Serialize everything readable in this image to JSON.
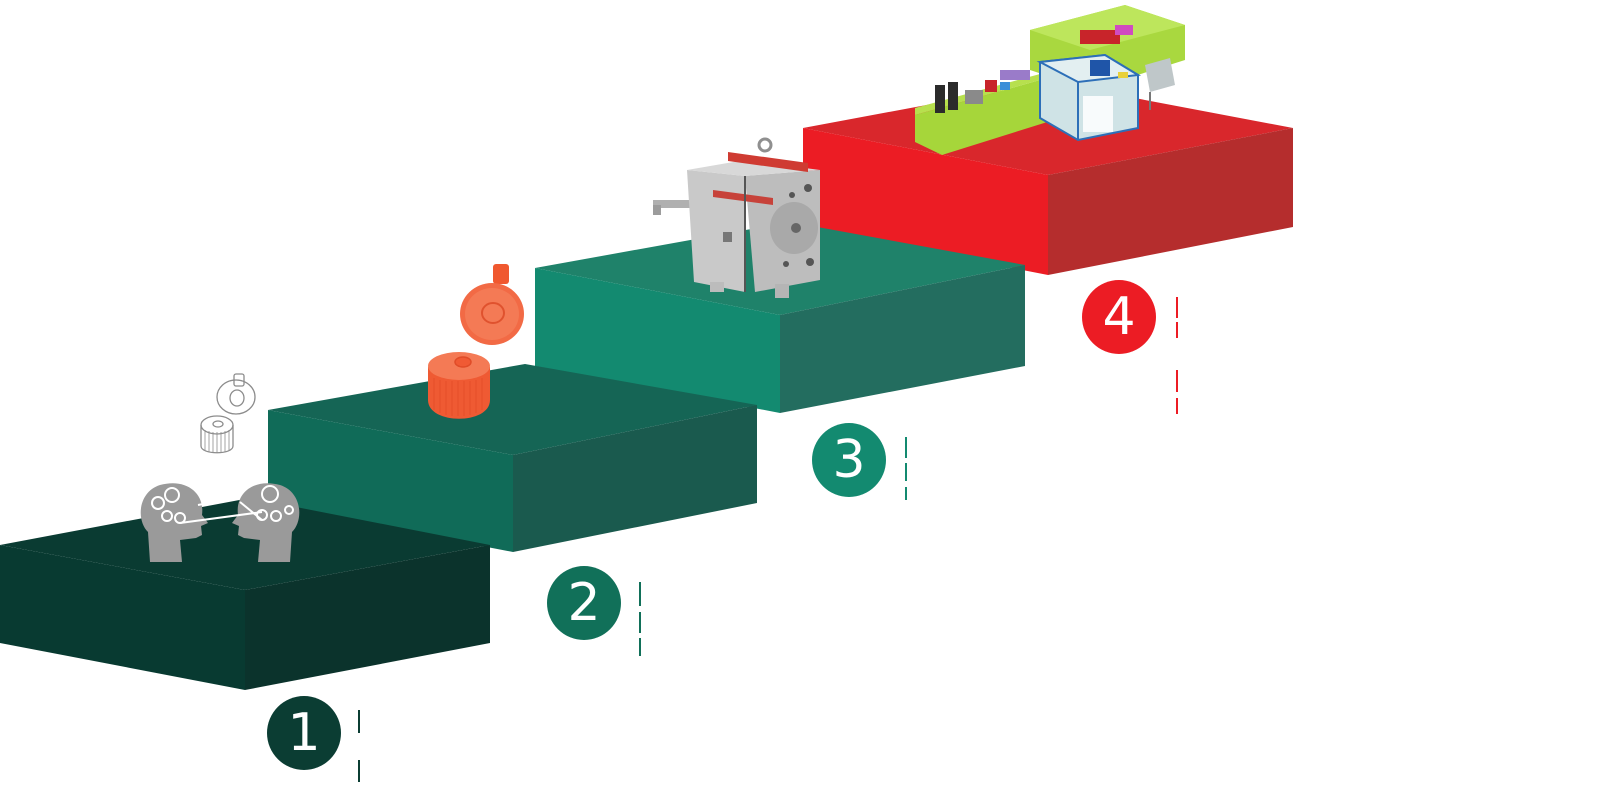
{
  "diagram": {
    "type": "isometric-staircase-process",
    "steps": [
      {
        "number": "1",
        "illustration": "two-heads-with-gears-icon",
        "colors": {
          "top": "#0a3b32",
          "left": "#083a31",
          "right": "#0b332c",
          "badge": "#0b3d33",
          "line": "#0b3d33"
        }
      },
      {
        "number": "2",
        "illustration": "flip-top-cap-sketch-and-orange-cap-icon",
        "colors": {
          "top": "#156555",
          "left": "#106b58",
          "right": "#1a5a4e",
          "badge": "#117059",
          "line": "#117059"
        }
      },
      {
        "number": "3",
        "illustration": "injection-mold-icon",
        "colors": {
          "top": "#1f826a",
          "left": "#138a70",
          "right": "#236d5f",
          "badge": "#138a70",
          "line": "#138a70"
        }
      },
      {
        "number": "4",
        "illustration": "injection-molding-machine-icon",
        "colors": {
          "top": "#d9272c",
          "left": "#ec1c24",
          "right": "#b52d2d",
          "badge": "#ec1c24",
          "line": "#ec1c24"
        }
      }
    ]
  }
}
